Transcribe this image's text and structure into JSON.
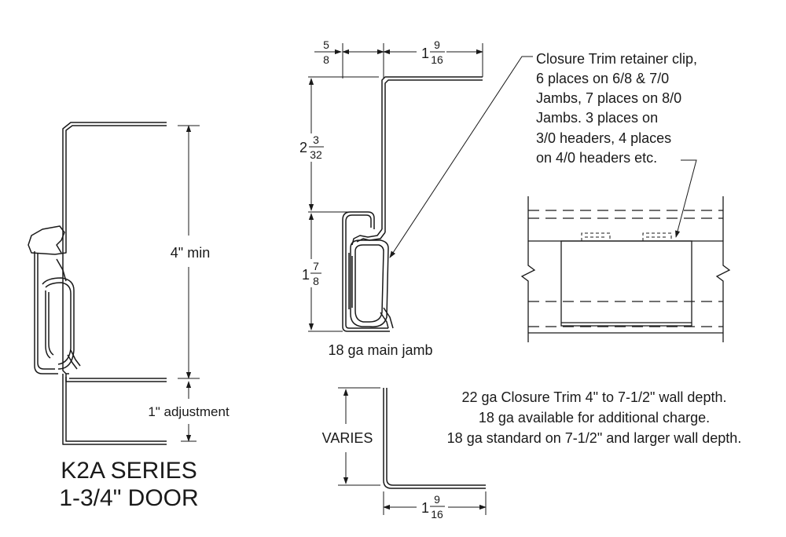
{
  "series_title": {
    "line1": "K2A SERIES",
    "line2": "1-3/4\" DOOR"
  },
  "left_profile": {
    "dimension_label": "4\" min",
    "adjustment_label": "1\" adjustment"
  },
  "jamb_detail": {
    "top_left_fraction": {
      "num": "5",
      "den": "8"
    },
    "top_right_fraction": {
      "whole": "1",
      "num": "9",
      "den": "16"
    },
    "upper_height_fraction": {
      "whole": "2",
      "num": "3",
      "den": "32"
    },
    "lower_height_fraction": {
      "whole": "1",
      "num": "7",
      "den": "8"
    },
    "caption": "18 ga main jamb"
  },
  "clip_note": {
    "lines": [
      "Closure Trim retainer clip,",
      "6 places on 6/8  & 7/0",
      "Jambs, 7 places on 8/0",
      "Jambs.  3 places on",
      "3/0 headers, 4 places",
      "on 4/0 headers etc."
    ]
  },
  "closure_trim": {
    "height_label": "VARIES",
    "bottom_fraction": {
      "whole": "1",
      "num": "9",
      "den": "16"
    },
    "notes": [
      "22 ga Closure Trim 4\" to 7-1/2\" wall depth.",
      "18 ga available for additional charge.",
      "18 ga standard on 7-1/2\" and larger wall depth."
    ]
  }
}
